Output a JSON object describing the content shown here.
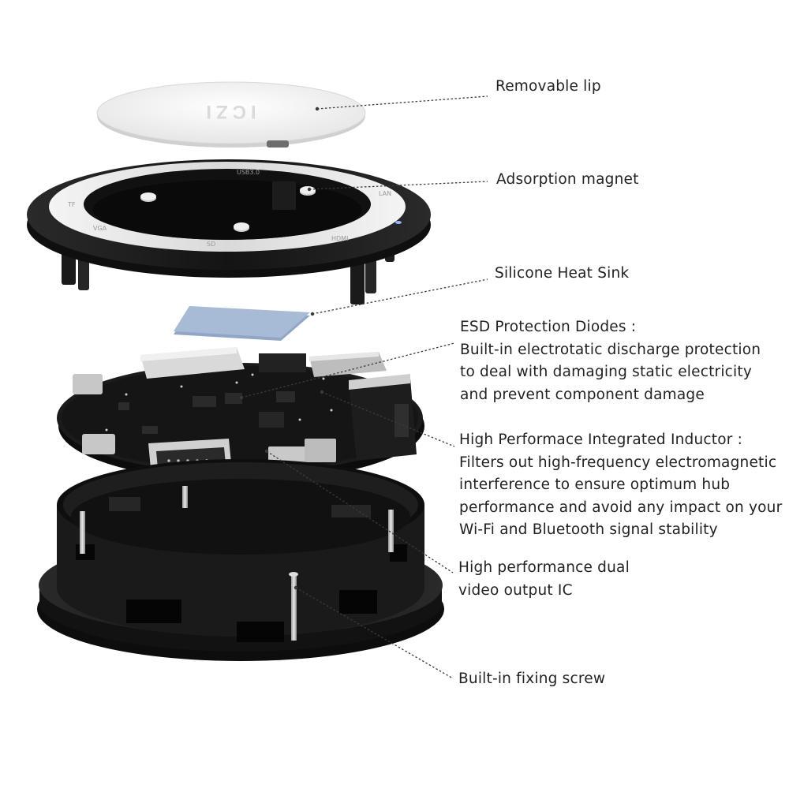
{
  "product": {
    "lid_logo": "ICZI",
    "port_marks": [
      "USB3.0",
      "HDMI",
      "VGA",
      "LAN",
      "SD",
      "TF"
    ]
  },
  "callouts": [
    {
      "id": "removable-lip",
      "lines": [
        "Removable lip"
      ]
    },
    {
      "id": "adsorption-magnet",
      "lines": [
        "Adsorption magnet"
      ]
    },
    {
      "id": "silicone-heat-sink",
      "lines": [
        "Silicone Heat Sink"
      ]
    },
    {
      "id": "esd-protection-diodes",
      "lines": [
        "ESD Protection Diodes :",
        "Built-in electrotatic discharge protection",
        "to deal with damaging static electricity",
        "and prevent component damage"
      ]
    },
    {
      "id": "integrated-inductor",
      "lines": [
        "High Performace Integrated Inductor :",
        "Filters out high-frequency electromagnetic",
        "interference to ensure optimum hub",
        "performance and avoid any impact on your",
        "Wi-Fi and Bluetooth signal stability"
      ]
    },
    {
      "id": "dual-video-ic",
      "lines": [
        "High performance dual",
        "video output IC"
      ]
    },
    {
      "id": "fixing-screw",
      "lines": [
        "Built-in fixing screw"
      ]
    }
  ],
  "colors": {
    "leader": "#3a3a3a",
    "text": "#222222",
    "shell": "#1b1b1b",
    "lid": "#f2f2f2",
    "heat_sink": "#9fb3cf",
    "pcb": "#161616"
  }
}
